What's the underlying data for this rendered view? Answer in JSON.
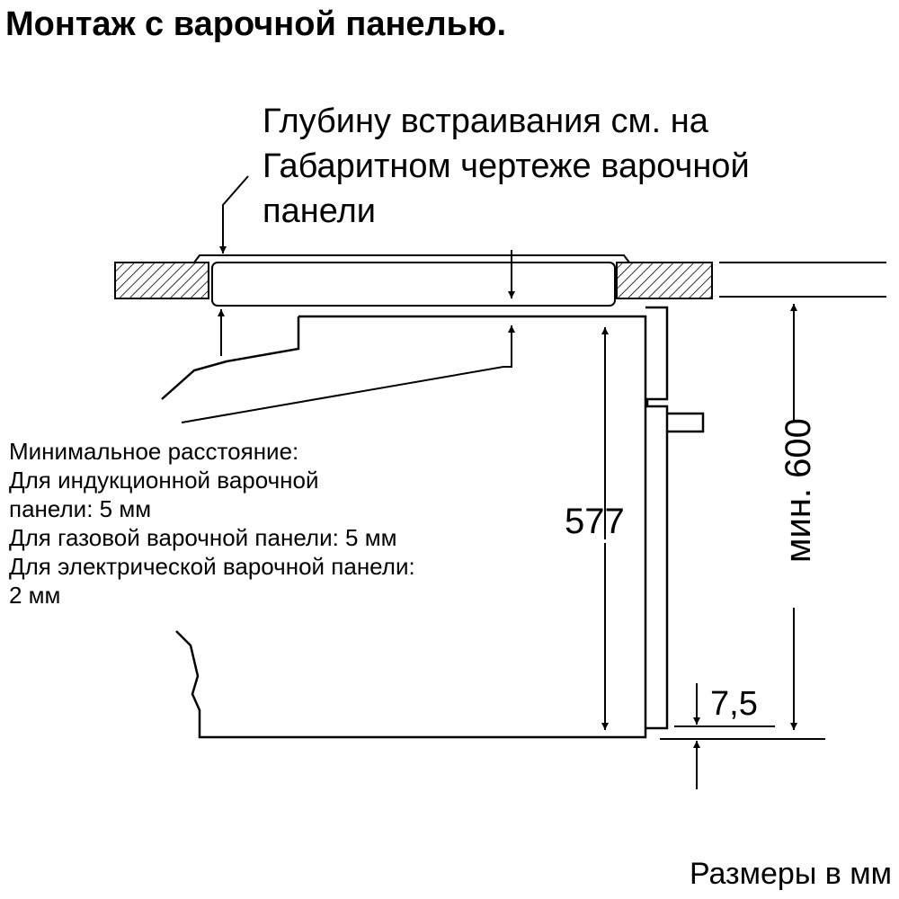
{
  "title": "Монтаж с варочной панелью.",
  "callout": {
    "lines": [
      "Глубину встраивания см. на",
      "Габаритном чертеже варочной",
      "панели"
    ]
  },
  "notes": {
    "lines": [
      "Минимальное расстояние:",
      "Для индукционной варочной",
      "панели: 5 мм",
      "Для газовой варочной панели: 5 мм",
      "Для электрической варочной панели:",
      "2 мм"
    ]
  },
  "dimensions": {
    "oven_height": "577",
    "gap_bottom": "7,5",
    "min_niche_height": "мин. 600"
  },
  "units_label": "Размеры в мм"
}
